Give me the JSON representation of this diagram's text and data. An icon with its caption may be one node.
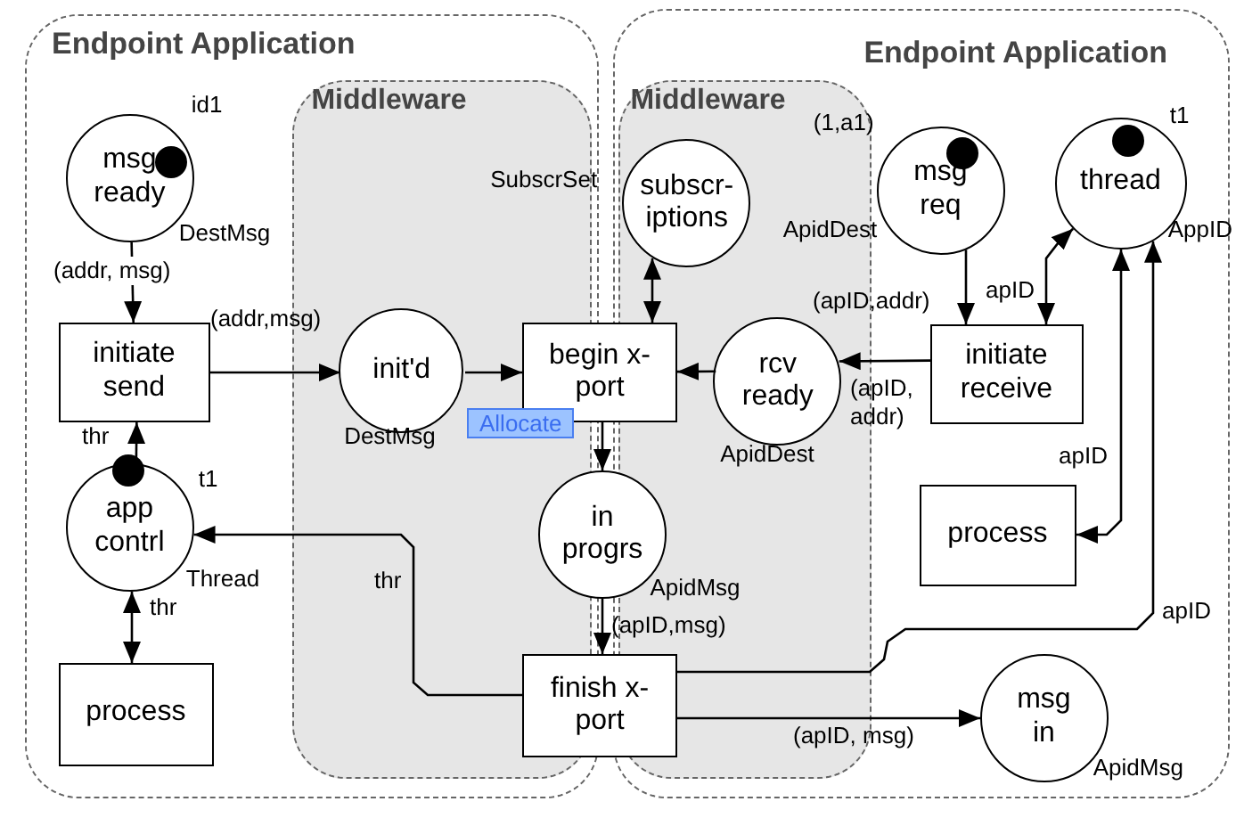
{
  "diagram": {
    "nodes": [
      {
        "text": [
          "Endpoint Application"
        ]
      },
      {
        "text": [
          "Middleware"
        ],
        "in": 0
      },
      {
        "text": [
          "Endpoint Application"
        ]
      },
      {
        "text": [
          "Middleware"
        ],
        "in": 2
      },
      {
        "text": [
          "msg ready"
        ],
        "beside": [
          "id1",
          "DestMsg"
        ],
        "in": 0
      },
      {
        "text": [
          "initiate send"
        ],
        "in": 0
      },
      {
        "text": [
          "init'd"
        ],
        "beside": [
          "DestMsg"
        ],
        "in": 1
      },
      {
        "text": [
          "begin x-port"
        ]
      },
      {
        "text": [
          "subscr- iptions"
        ],
        "beside": [
          "SubscrSet"
        ],
        "in": 3
      },
      {
        "text": [
          "msg req"
        ],
        "beside": [
          "(1,a1)",
          "ApidDest"
        ],
        "in": 2
      },
      {
        "text": [
          "thread"
        ],
        "beside": [
          "t1",
          "AppID"
        ],
        "in": 2
      },
      {
        "text": [
          "rcv ready"
        ],
        "beside": [
          "ApidDest"
        ],
        "in": 3
      },
      {
        "text": [
          "initiate receive"
        ],
        "in": 2
      },
      {
        "text": [
          "app contrl"
        ],
        "beside": [
          "t1",
          "Thread"
        ],
        "in": 0
      },
      {
        "text": [
          "in progrs"
        ],
        "beside": [
          "ApidMsg"
        ]
      },
      {
        "text": [
          "process"
        ],
        "in": 2
      },
      {
        "text": [
          "process"
        ],
        "in": 0
      },
      {
        "text": [
          "finish x-port"
        ]
      },
      {
        "text": [
          "msg in"
        ],
        "beside": [
          "ApidMsg"
        ],
        "in": 2
      }
    ],
    "edges": [
      {
        "from": 4,
        "to": 5,
        "arrow": "to",
        "label": "(addr, msg)"
      },
      {
        "from": 5,
        "to": 6,
        "arrow": "to",
        "label": "(addr,msg)"
      },
      {
        "from": 6,
        "to": 7,
        "arrow": "to"
      },
      {
        "from": 8,
        "to": 7,
        "arrow": "both"
      },
      {
        "from": 11,
        "to": 7,
        "arrow": "to"
      },
      {
        "from": 12,
        "to": 11,
        "arrow": "to",
        "label": "(apID, addr)"
      },
      {
        "from": 9,
        "to": 12,
        "arrow": "to",
        "label": "(apID,addr)"
      },
      {
        "from": 12,
        "to": 10,
        "arrow": "both",
        "label": "apID"
      },
      {
        "from": 7,
        "to": 14,
        "arrow": "to"
      },
      {
        "from": 14,
        "to": 17,
        "arrow": "to",
        "label": "(apID,msg)"
      },
      {
        "from": 17,
        "to": 13,
        "arrow": "to",
        "label": "thr"
      },
      {
        "from": 13,
        "to": 5,
        "arrow": "to",
        "label": "thr"
      },
      {
        "from": 13,
        "to": 16,
        "arrow": "both",
        "label": "thr"
      },
      {
        "from": 10,
        "to": 15,
        "arrow": "both",
        "label": "apID"
      },
      {
        "from": 17,
        "to": 10,
        "arrow": "to",
        "label": "apID"
      },
      {
        "from": 17,
        "to": 18,
        "arrow": "to",
        "label": "(apID, msg)"
      }
    ],
    "labels": [
      "Allocate"
    ]
  }
}
